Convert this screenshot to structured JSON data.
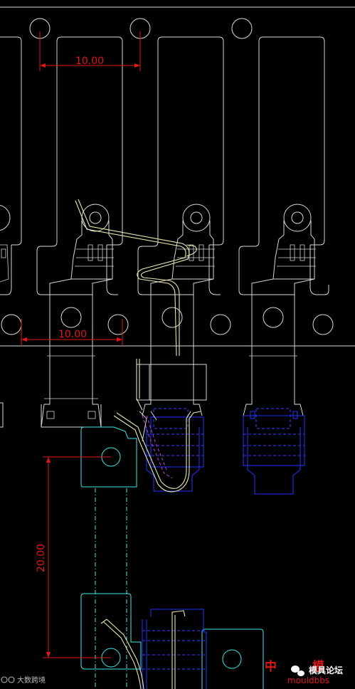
{
  "dimensions": {
    "pitch_top": "10.00",
    "pitch_middle": "10.00",
    "vertical": "20.00"
  },
  "watermark": {
    "site_chinese": "中 模 论",
    "site_latin": "mouldbbs",
    "account_name": "模具论坛",
    "source_name": "大数跨境"
  },
  "colors": {
    "background": "#000000",
    "outline": "#d8d8d8",
    "dimension": "#e01818",
    "strip": "#3ee8e8",
    "hidden": "#2233ff",
    "bend": "#c040e0",
    "part": "#e8e8b0"
  }
}
